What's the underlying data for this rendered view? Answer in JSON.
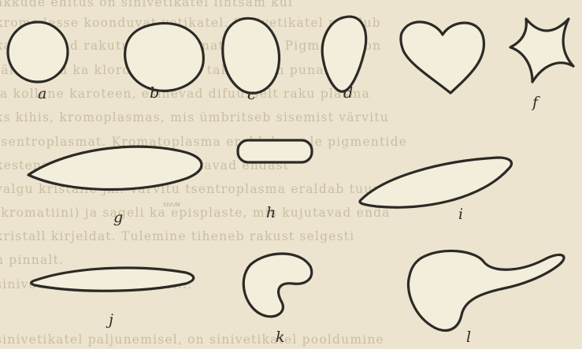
{
  "page_text_lines": [
    "akkude ehitus on sinivetikatel lihtsam kui",
    "kromadesse koonduvat vetikatel. Sinivetikatel puudub",
    "kaheasanud rakutuum ja kromatofoorid. Pigmendid on",
    "täisnamad ka klorofüll sinine takotsüaan punane",
    "ja kollane karoteen, esinevad difuusselt raku plasma",
    "ks kihis, kromoplasmas, mis ümbritseb sisemist värvitu",
    "tsentroplasmat. Kromatoplasma eraldab peale pigmentide",
    "kestena ektoplaste, mis kujutavad endast",
    "valgu kristalle jm. Värvitu tsentroplasma eraldab tuum",
    "(kromatiini) ja sageli ka episplaste, mis kujutavad enda",
    "kristall kirjeldat. Tulemine tiheneb rakust selgesti",
    "n pinnalt.",
    "sinivetikatel paljunemisel...",
    "sinivetikatel paljunemisel, on sinivetikatel pooldumine"
  ],
  "figure": {
    "labels": {
      "a": "a",
      "b": "b",
      "c": "c",
      "d": "d",
      "f": "f",
      "g": "g",
      "h": "h",
      "i": "i",
      "j": "j",
      "k": "k",
      "l": "l"
    },
    "stamp": "SIVUN"
  }
}
